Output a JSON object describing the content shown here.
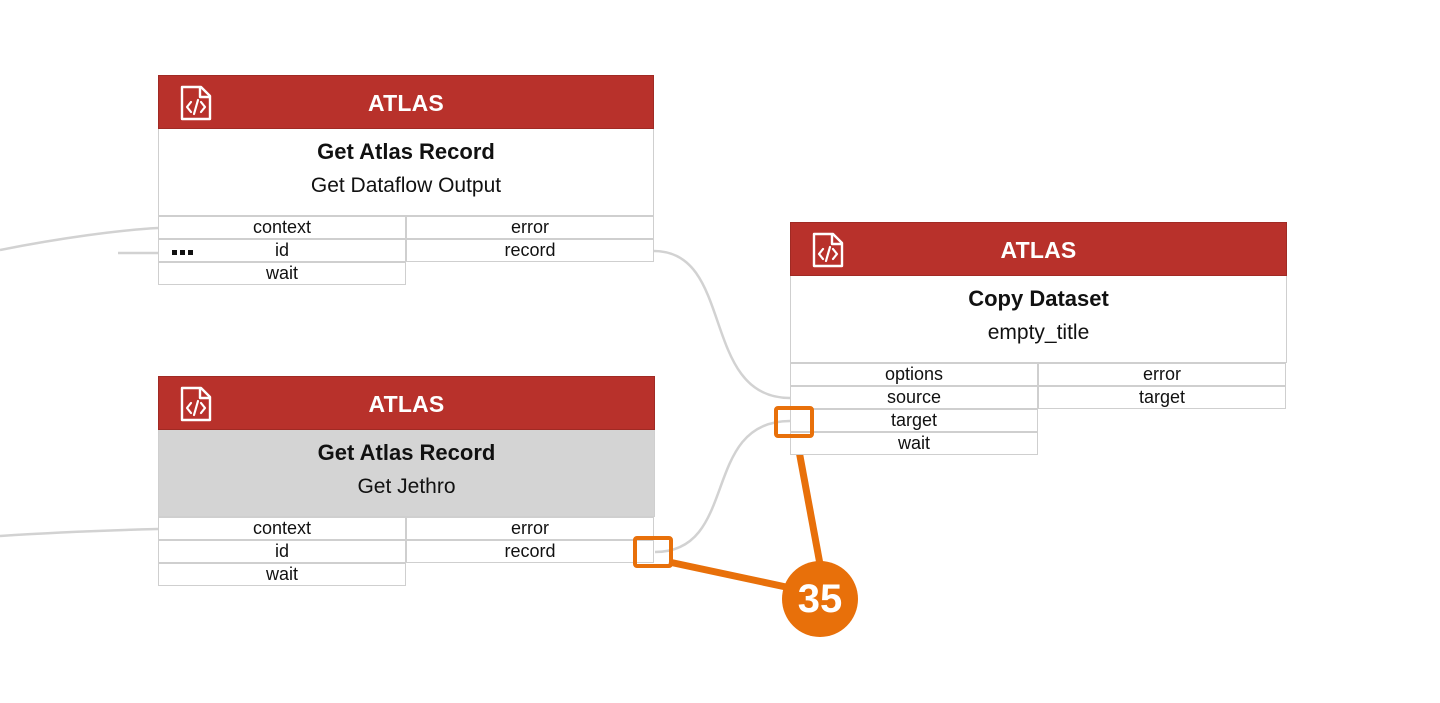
{
  "nodes": [
    {
      "id": "get-dataflow-output",
      "category": "ATLAS",
      "title": "Get Atlas Record",
      "subtitle": "Get Dataflow Output",
      "selected": false,
      "inputs": [
        "context",
        "id",
        "wait"
      ],
      "outputs": [
        "error",
        "record"
      ]
    },
    {
      "id": "copy-dataset",
      "category": "ATLAS",
      "title": "Copy Dataset",
      "subtitle": "empty_title",
      "selected": false,
      "inputs": [
        "options",
        "source",
        "target",
        "wait"
      ],
      "outputs": [
        "error",
        "target"
      ]
    },
    {
      "id": "get-jethro",
      "category": "ATLAS",
      "title": "Get Atlas Record",
      "subtitle": "Get Jethro",
      "selected": true,
      "inputs": [
        "context",
        "id",
        "wait"
      ],
      "outputs": [
        "error",
        "record"
      ]
    }
  ],
  "connections": [
    {
      "from": "Get Dataflow Output.record",
      "to": "Copy Dataset.source"
    },
    {
      "from": "Get Jethro.record",
      "to": "Copy Dataset.target"
    }
  ],
  "callout": {
    "number": "35"
  },
  "colors": {
    "header": "#b8312b",
    "callout": "#e8700a",
    "wire": "#d2d2d2",
    "selected_body": "#d4d4d4"
  },
  "icons": {
    "node_icon": "code-file-icon"
  }
}
